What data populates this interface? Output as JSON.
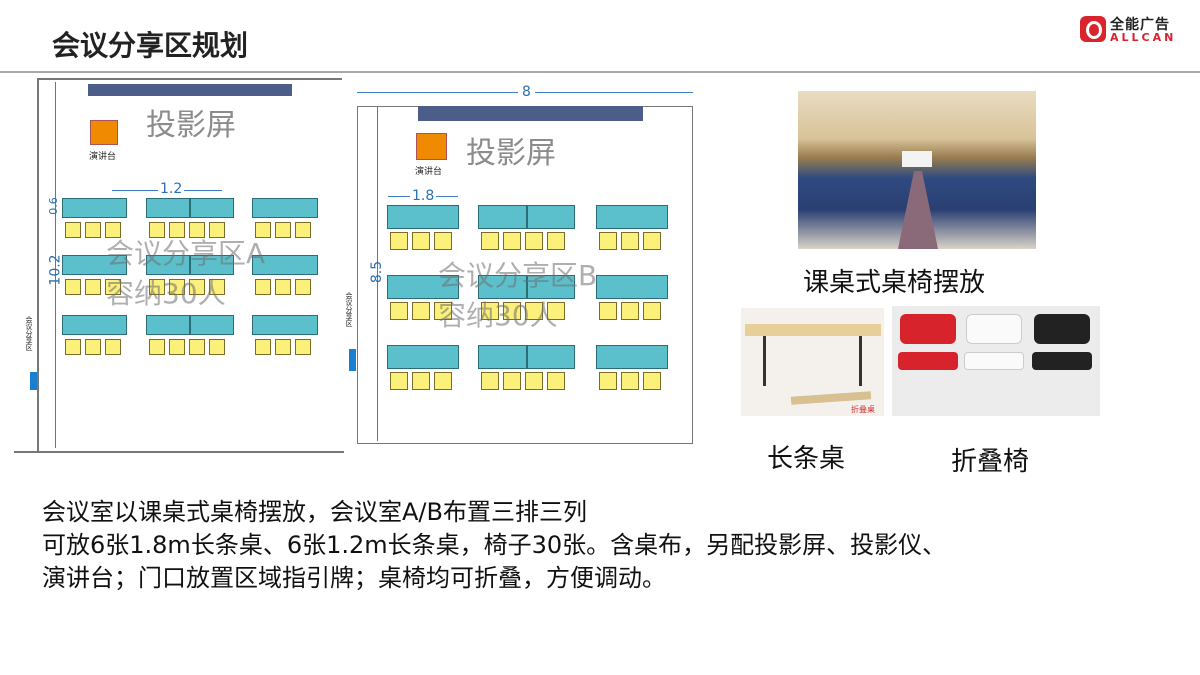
{
  "header": {
    "title": "会议分享区规划",
    "logo_cn": "全能广告",
    "logo_en": "ALLCAN",
    "brand_color": "#d9232d"
  },
  "plan_a": {
    "screen_label": "投影屏",
    "podium_label": "演讲台",
    "zone_name": "会议分享区A",
    "capacity": "容纳30人",
    "depth_dim": "10.2",
    "table_depth_dim": "0.6",
    "table_width_dim": "1.2",
    "door_sign": "会议分享区"
  },
  "plan_b": {
    "screen_label": "投影屏",
    "podium_label": "演讲台",
    "zone_name": "会议分享区B",
    "capacity": "容纳30人",
    "width_dim": "8",
    "depth_dim": "8.5",
    "table_width_dim": "1.8",
    "door_sign": "会议分享区"
  },
  "photos": {
    "classroom_label": "课桌式桌椅摆放",
    "table_label": "长条桌",
    "chair_label": "折叠椅",
    "table_tag": "折叠桌"
  },
  "description": {
    "lines": [
      "会议室以课桌式桌椅摆放，会议室A/B布置三排三列",
      "可放6张1.8m长条桌、6张1.2m长条桌，椅子30张。含桌布，另配投影屏、投影仪、",
      "演讲台；门口放置区域指引牌；桌椅均可折叠，方便调动。"
    ]
  },
  "colors": {
    "table": "#5bc0cc",
    "chair": "#fbf07a",
    "podium": "#f08a00",
    "screen": "#4c5d8a",
    "dimension": "#3d7fc0"
  }
}
